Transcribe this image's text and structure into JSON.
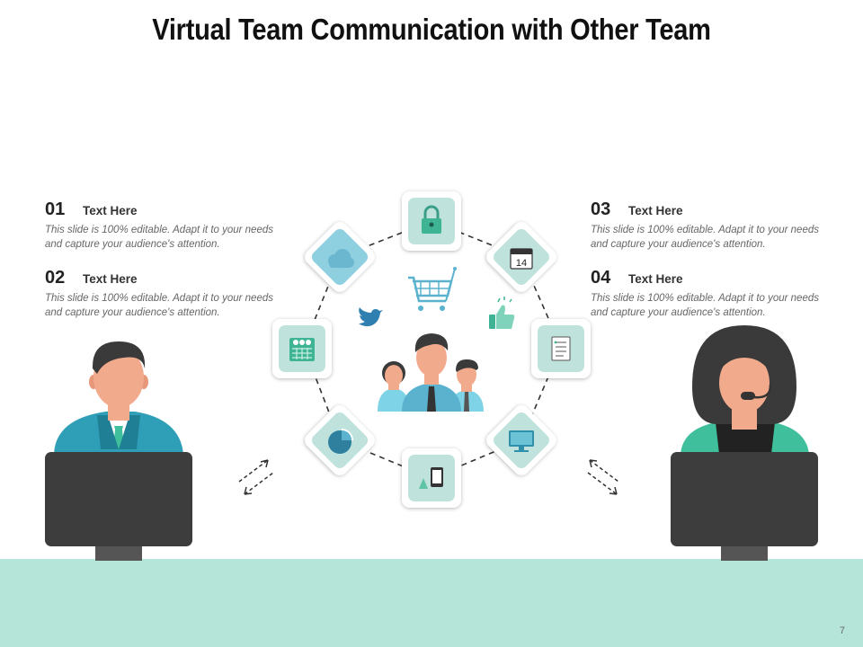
{
  "title": "Virtual Team Communication with Other Team",
  "items": [
    {
      "num": "01",
      "label": "Text Here",
      "text": "This slide is 100% editable. Adapt it to your needs and capture your audience's attention."
    },
    {
      "num": "02",
      "label": "Text Here",
      "text": "This slide is 100% editable. Adapt it to your needs and capture your audience's attention."
    },
    {
      "num": "03",
      "label": "Text Here",
      "text": "This slide is 100% editable. Adapt it to your needs and capture your audience's attention."
    },
    {
      "num": "04",
      "label": "Text Here",
      "text": "This slide is 100% editable. Adapt it to your needs and capture your audience's attention."
    }
  ],
  "calendar_day": "14",
  "page_number": "7",
  "icons": [
    "lock-icon",
    "calendar-icon",
    "document-icon",
    "monitor-icon",
    "mobile-phone-icon",
    "pie-chart-icon",
    "schedule-icon",
    "cloud-icon",
    "shopping-cart-icon",
    "twitter-icon",
    "thumbs-up-icon",
    "team-icon"
  ],
  "colors": {
    "accent": "#3fbf9b",
    "tile": "#bfe3dc",
    "floor": "#b5e5d8",
    "monitor": "#3d3d3d",
    "skin": "#f2aa8c"
  }
}
